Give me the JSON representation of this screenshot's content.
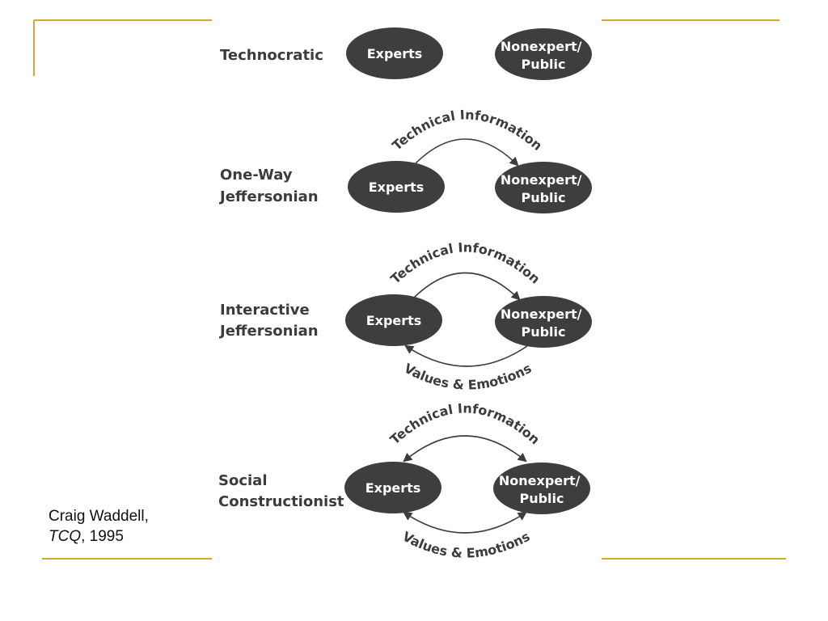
{
  "colors": {
    "accent_rule": "#d6a72a",
    "node_fill": "#3e3e3e",
    "node_text": "#ffffff",
    "ink": "#3c3c3c"
  },
  "models": [
    {
      "lines": [
        "Technocratic"
      ],
      "experts": "Experts",
      "public": [
        "Nonexpert/",
        "Public"
      ],
      "top_flow": "",
      "bottom_flow": ""
    },
    {
      "lines": [
        "One-Way",
        "Jeffersonian"
      ],
      "experts": "Experts",
      "public": [
        "Nonexpert/",
        "Public"
      ],
      "top_flow": "Technical Information",
      "bottom_flow": ""
    },
    {
      "lines": [
        "Interactive",
        "Jeffersonian"
      ],
      "experts": "Experts",
      "public": [
        "Nonexpert/",
        "Public"
      ],
      "top_flow": "Technical Information",
      "bottom_flow": "Values & Emotions"
    },
    {
      "lines": [
        "Social",
        "Constructionist"
      ],
      "experts": "Experts",
      "public": [
        "Nonexpert/",
        "Public"
      ],
      "top_flow": "Technical Information",
      "bottom_flow": "Values & Emotions"
    }
  ],
  "caption": {
    "author": "Craig Waddell,",
    "journal": "TCQ",
    "year": ", 1995"
  }
}
